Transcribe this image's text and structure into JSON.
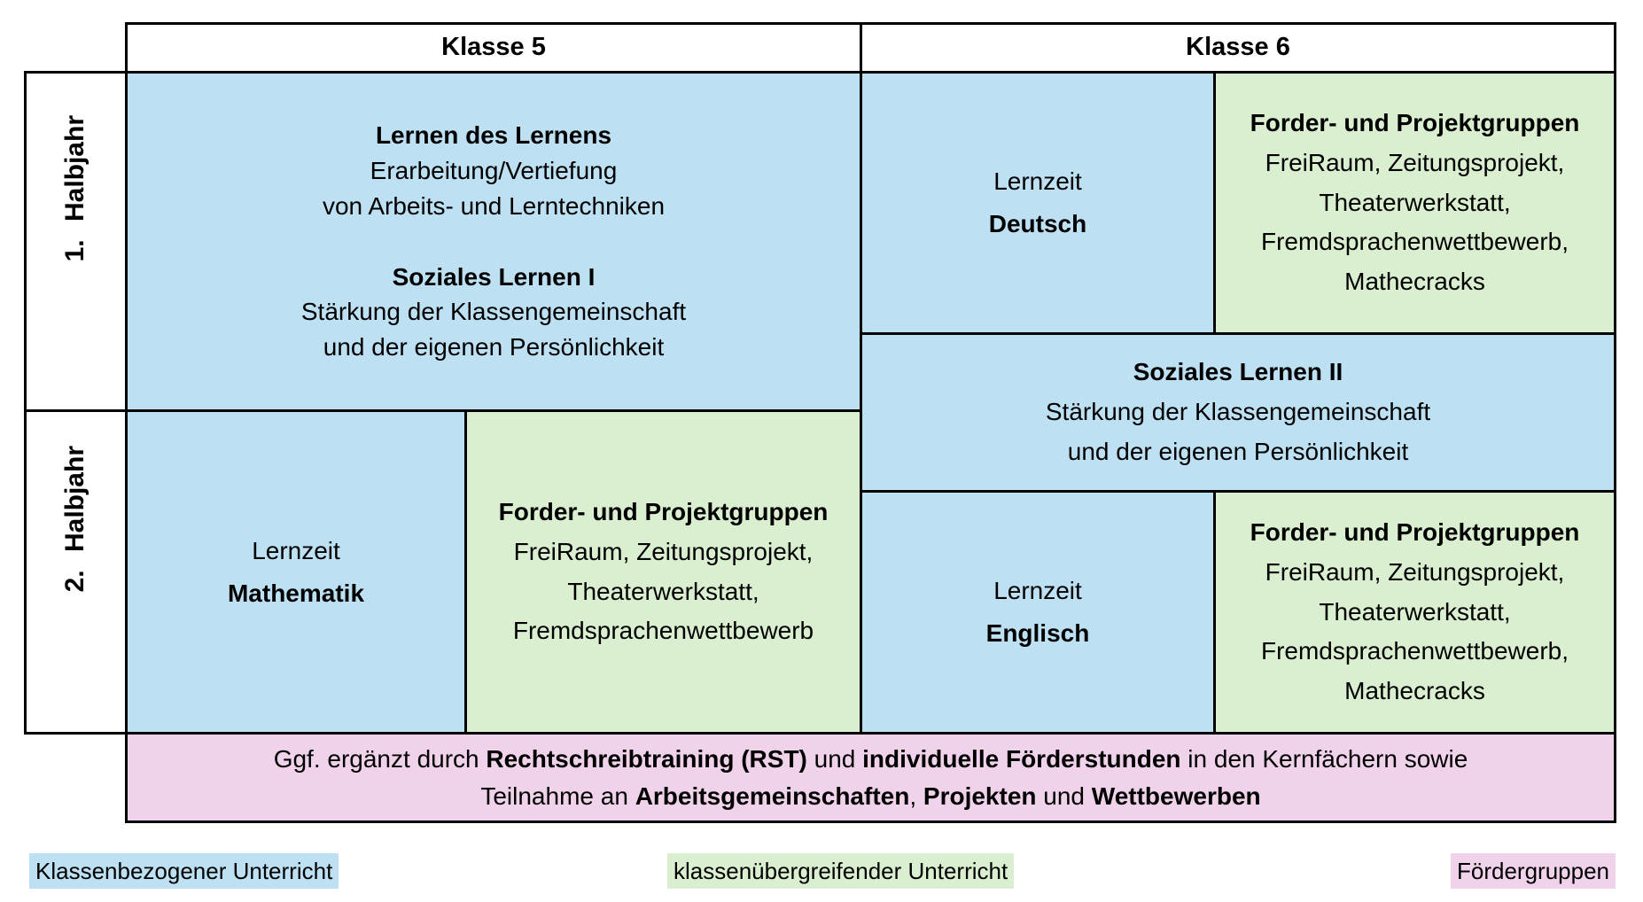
{
  "colors": {
    "blue": "#BDE0F3",
    "green": "#D9EFD0",
    "pink": "#F0D3EB",
    "border": "#000000"
  },
  "table": {
    "headers": {
      "klasse5": "Klasse 5",
      "klasse6": "Klasse 6"
    },
    "row_labels": {
      "first_half": "1. Halbjahr",
      "second_half": "2. Halbjahr"
    },
    "cells": {
      "k5_h1": {
        "lines": [
          {
            "text": "Lernen des Lernens",
            "bold": true
          },
          {
            "text": "Erarbeitung/Vertiefung"
          },
          {
            "text": "von Arbeits- und Lerntechniken"
          },
          {
            "text": ""
          },
          {
            "text": "Soziales Lernen I",
            "bold": true
          },
          {
            "text": "Stärkung der Klassengemeinschaft"
          },
          {
            "text": "und der eigenen Persönlichkeit"
          }
        ]
      },
      "k5_h2_lernzeit": {
        "lines": [
          {
            "text": "Lernzeit"
          },
          {
            "text": "Mathematik",
            "bold": true
          }
        ]
      },
      "k5_h2_forder": {
        "lines": [
          {
            "text": "Forder- und Projektgruppen",
            "bold": true
          },
          {
            "text": "FreiRaum, Zeitungsprojekt,"
          },
          {
            "text": "Theaterwerkstatt,"
          },
          {
            "text": "Fremdsprachenwettbewerb"
          }
        ]
      },
      "k6_h1_lernzeit": {
        "lines": [
          {
            "text": "Lernzeit"
          },
          {
            "text": "Deutsch",
            "bold": true
          }
        ]
      },
      "k6_h1_forder": {
        "lines": [
          {
            "text": "Forder- und Projektgruppen",
            "bold": true
          },
          {
            "text": "FreiRaum, Zeitungsprojekt,"
          },
          {
            "text": "Theaterwerkstatt,"
          },
          {
            "text": "Fremdsprachenwettbewerb,"
          },
          {
            "text": "Mathecracks"
          }
        ]
      },
      "k6_soziales": {
        "lines": [
          {
            "text": "Soziales Lernen II",
            "bold": true
          },
          {
            "text": "Stärkung der Klassengemeinschaft"
          },
          {
            "text": "und der eigenen Persönlichkeit"
          }
        ]
      },
      "k6_h2_lernzeit": {
        "lines": [
          {
            "text": "Lernzeit"
          },
          {
            "text": "Englisch",
            "bold": true
          }
        ]
      },
      "k6_h2_forder": {
        "lines": [
          {
            "text": "Forder- und Projektgruppen",
            "bold": true
          },
          {
            "text": "FreiRaum, Zeitungsprojekt,"
          },
          {
            "text": "Theaterwerkstatt,"
          },
          {
            "text": "Fremdsprachenwettbewerb,"
          },
          {
            "text": "Mathecracks"
          }
        ]
      },
      "footer": {
        "lines": [
          {
            "segments": [
              {
                "text": "Ggf. ergänzt durch "
              },
              {
                "text": "Rechtschreibtraining (RST)",
                "bold": true
              },
              {
                "text": " und "
              },
              {
                "text": "individuelle Förderstunden",
                "bold": true
              },
              {
                "text": " in den Kernfächern sowie"
              }
            ]
          },
          {
            "segments": [
              {
                "text": "Teilnahme an "
              },
              {
                "text": "Arbeitsgemeinschaften",
                "bold": true
              },
              {
                "text": ", "
              },
              {
                "text": "Projekten",
                "bold": true
              },
              {
                "text": " und "
              },
              {
                "text": "Wettbewerben",
                "bold": true
              }
            ]
          }
        ]
      }
    }
  },
  "legend": {
    "items": [
      {
        "label": "Klassenbezogener Unterricht"
      },
      {
        "label": "klassenübergreifender Unterricht"
      },
      {
        "label": "Fördergruppen"
      }
    ]
  }
}
